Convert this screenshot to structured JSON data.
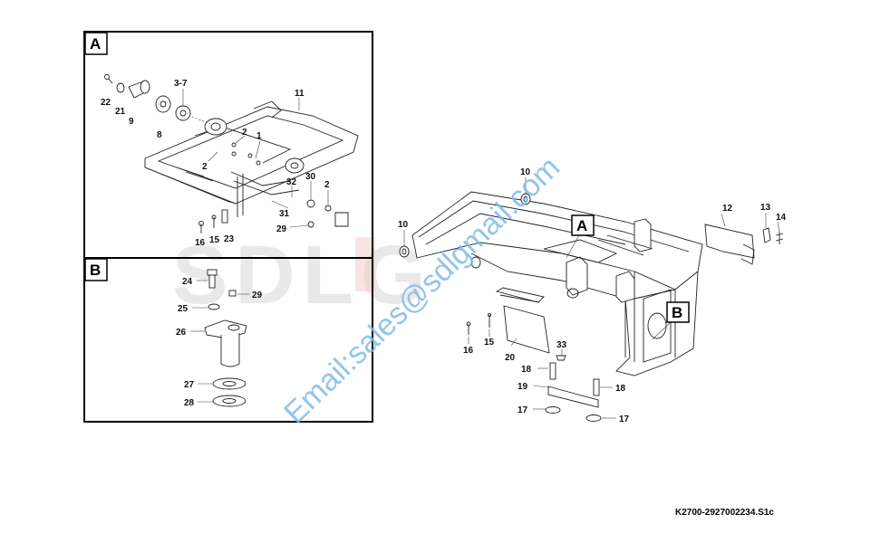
{
  "watermark": {
    "email_text": "Email:sales@sdlgmail.com",
    "background_logo": "SDLG",
    "email_color": "#7fbde6"
  },
  "drawing_code": "K2700-2927002234.S1c",
  "detail_a": {
    "letter": "A",
    "labels": [
      "22",
      "21",
      "9",
      "3-7",
      "8",
      "11",
      "2",
      "1",
      "2",
      "30",
      "32",
      "2",
      "31",
      "29",
      "16",
      "15",
      "23"
    ]
  },
  "detail_b": {
    "letter": "B",
    "labels": [
      "24",
      "29",
      "25",
      "26",
      "27",
      "28"
    ]
  },
  "main_view": {
    "labels": [
      "10",
      "10",
      "12",
      "13",
      "14",
      "16",
      "15",
      "20",
      "33",
      "18",
      "19",
      "18",
      "17",
      "17"
    ],
    "callout_a": "A",
    "callout_b": "B"
  }
}
